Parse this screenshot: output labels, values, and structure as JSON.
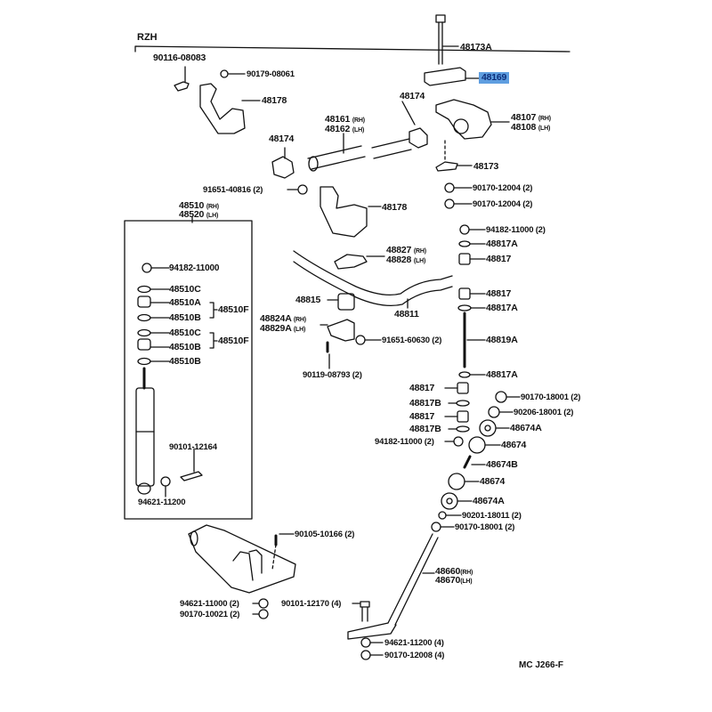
{
  "header": {
    "model": "RZH",
    "figure_code": "MC  J266-F"
  },
  "highlight_color": "#5f9ee0",
  "parts": {
    "p90116_08083": "90116-08083",
    "p90179_08061": "90179-08061",
    "p48178_top": "48178",
    "p48173A": "48173A",
    "p48169": "48169",
    "p48174_right": "48174",
    "p48107": "48107",
    "p48108": "48108",
    "p48161": "48161",
    "p48162": "48162",
    "p48174_left": "48174",
    "p48173": "48173",
    "p91651_40816": "91651-40816 (2)",
    "p90170_12004_a": "90170-12004 (2)",
    "p90170_12004_b": "90170-12004 (2)",
    "p48178_mid": "48178",
    "p48510": "48510",
    "p48520": "48520",
    "p94182_11000_r": "94182-11000 (2)",
    "p48817A_1": "48817A",
    "p48817_1": "48817",
    "p48827": "48827",
    "p48828": "48828",
    "p94182_11000_box": "94182-11000",
    "p48510C_1": "48510C",
    "p48510A": "48510A",
    "p48510B_1": "48510B",
    "p48510F_1": "48510F",
    "p48510C_2": "48510C",
    "p48510B_2": "48510B",
    "p48510F_2": "48510F",
    "p48510B_3": "48510B",
    "p48815": "48815",
    "p48811": "48811",
    "p48817_2": "48817",
    "p48817A_2": "48817A",
    "p48824A": "48824A",
    "p48829A": "48829A",
    "p91651_60630": "91651-60630 (2)",
    "p48819A": "48819A",
    "p90119_08793": "90119-08793 (2)",
    "p48817A_3": "48817A",
    "p48817_3": "48817",
    "p90170_18001_a": "90170-18001 (2)",
    "p48817B_1": "48817B",
    "p90206_18001": "90206-18001 (2)",
    "p48817_4": "48817",
    "p48674A_1": "48674A",
    "p48817B_2": "48817B",
    "p94182_11000_l": "94182-11000 (2)",
    "p48674_1": "48674",
    "p90101_12164": "90101-12164",
    "p48674B": "48674B",
    "p48674_2": "48674",
    "p94621_11200": "94621-11200",
    "p48674A_2": "48674A",
    "p90201_18011": "90201-18011 (2)",
    "p90170_18001_b": "90170-18001 (2)",
    "p90105_10166": "90105-10166 (2)",
    "p48660": "48660",
    "p48670": "48670",
    "p94621_11000": "94621-11000 (2)",
    "p90170_10021": "90170-10021 (2)",
    "p90101_12170": "90101-12170 (4)",
    "p94621_11200_4": "94621-11200 (4)",
    "p90170_12008": "90170-12008 (4)"
  },
  "suffix": {
    "rh": "(RH)",
    "lh": "(LH)"
  }
}
